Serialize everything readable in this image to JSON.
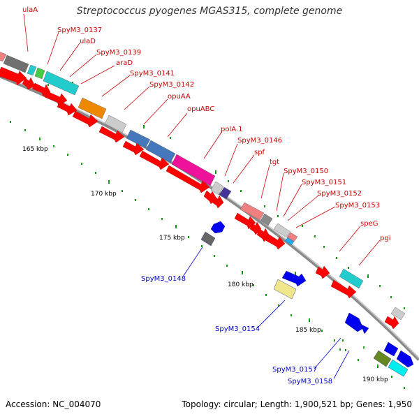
{
  "title": "Streptococcus pyogenes MGAS315, complete genome",
  "footer": {
    "accession": "Accession: NC_004070",
    "summary": "Topology: circular; Length: 1,900,521 bp; Genes: 1,950"
  },
  "colors": {
    "forward_label": "#cc0000",
    "reverse_label": "#0000cc",
    "backbone": "#999999",
    "tick": "#119911"
  },
  "ticks": [
    "165 kbp",
    "170 kbp",
    "175 kbp",
    "180 kbp",
    "185 kbp",
    "190 kbp"
  ],
  "forward_labels": [
    "ulaA",
    "SpyM3_0137",
    "ulaD",
    "SpyM3_0139",
    "araD",
    "SpyM3_0141",
    "SpyM3_0142",
    "opuAA",
    "opuABC",
    "polA.1",
    "SpyM3_0146",
    "spf",
    "tgt",
    "SpyM3_0150",
    "SpyM3_0151",
    "SpyM3_0152",
    "SpyM3_0153",
    "speG",
    "pgi"
  ],
  "reverse_labels": [
    "SpyM3_0148",
    "SpyM3_0154",
    "SpyM3_0157",
    "SpyM3_0158"
  ]
}
